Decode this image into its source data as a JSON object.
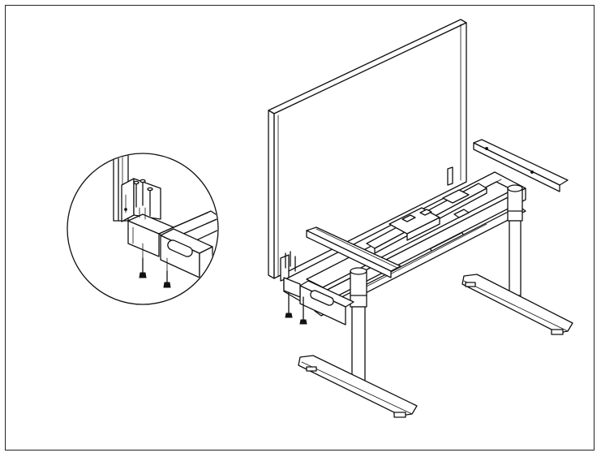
{
  "figure": {
    "kind": "assembly-illustration",
    "parts": [
      "privacy-panel",
      "desk-frame",
      "crossbar",
      "side-bracket",
      "leg-column",
      "foot",
      "panel-bracket",
      "screw",
      "bolt",
      "detail-callout"
    ],
    "line_color": "#111111",
    "background": "#ffffff"
  }
}
